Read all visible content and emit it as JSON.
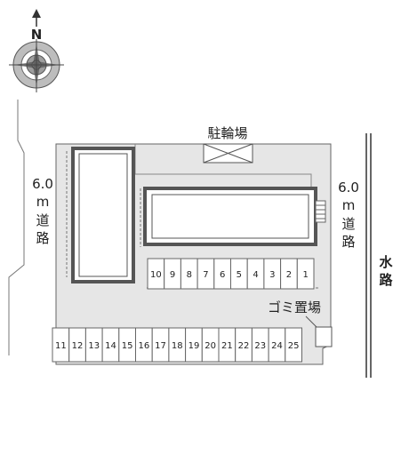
{
  "compass": {
    "north_label": "N"
  },
  "labels": {
    "bicycle_parking": "駐輪場",
    "garbage": "ゴミ置場",
    "left_road": {
      "width": "6.0",
      "unit": "m",
      "name_1": "道",
      "name_2": "路"
    },
    "right_road": {
      "width": "6.0",
      "unit": "m",
      "name_1": "道",
      "name_2": "路"
    },
    "waterway": {
      "line_1": "水",
      "line_2": "路"
    }
  },
  "parking_upper": [
    "10",
    "9",
    "8",
    "7",
    "6",
    "5",
    "4",
    "3",
    "2",
    "1"
  ],
  "parking_lower": [
    "11",
    "12",
    "13",
    "14",
    "15",
    "16",
    "17",
    "18",
    "19",
    "20",
    "21",
    "22",
    "23",
    "24",
    "25"
  ]
}
